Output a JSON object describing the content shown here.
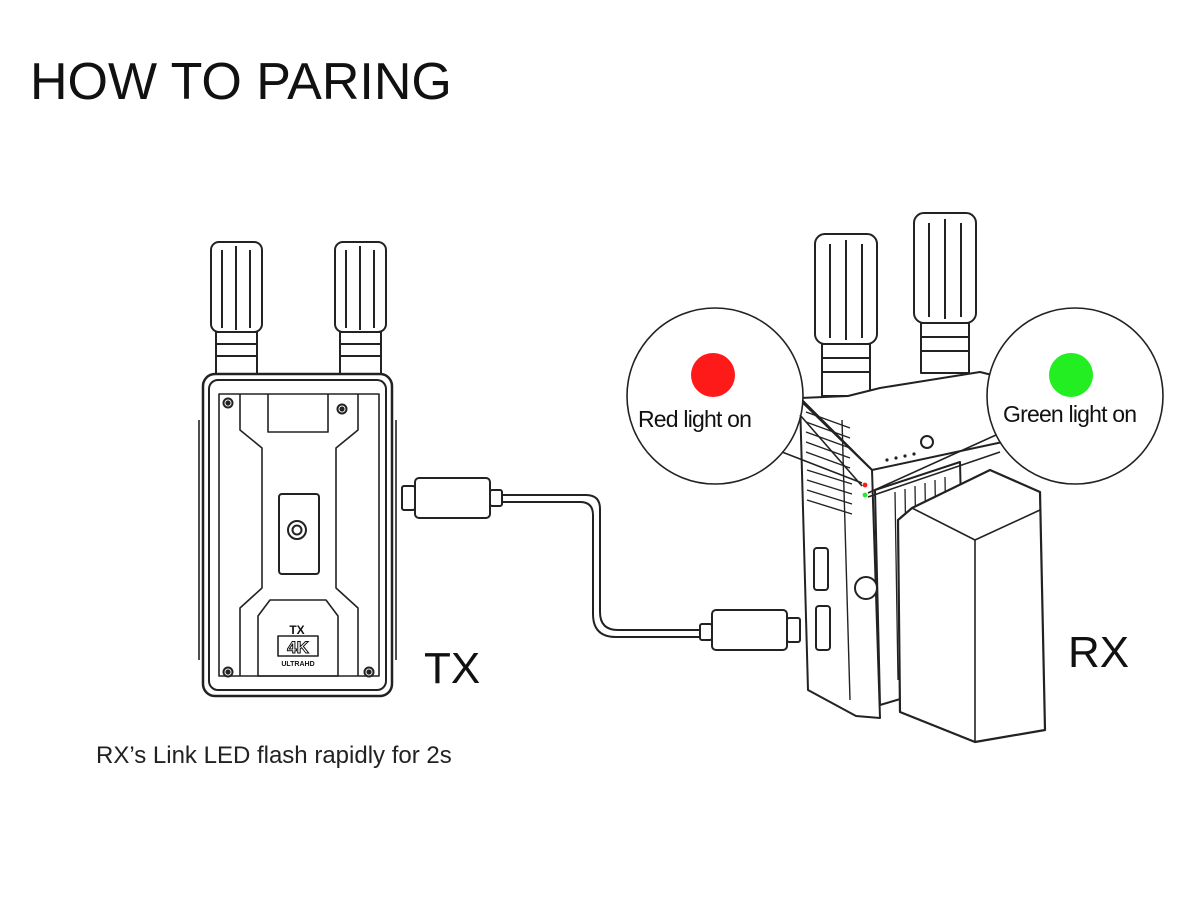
{
  "title": "HOW TO PARING",
  "devices": {
    "tx": {
      "label": "TX",
      "badge_top": "TX",
      "badge_mid": "4K",
      "badge_bottom": "ULTRAHD"
    },
    "rx": {
      "label": "RX"
    }
  },
  "callouts": {
    "red": {
      "text": "Red light on",
      "color": "#ff1a1a"
    },
    "green": {
      "text": "Green light on",
      "color": "#22ee22"
    }
  },
  "caption": "RX’s Link LED flash rapidly for 2s"
}
